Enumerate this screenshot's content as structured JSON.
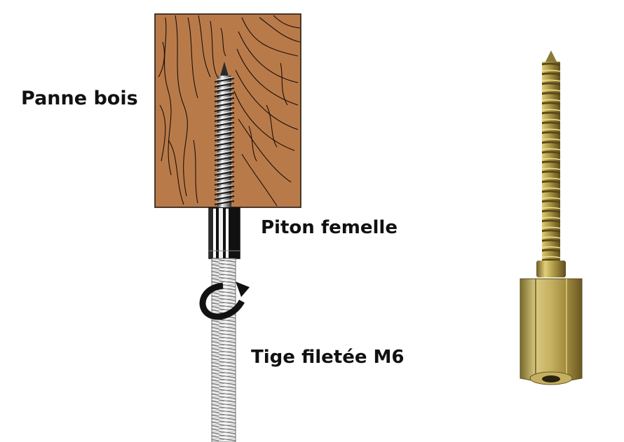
{
  "labels": {
    "wood_purlin": "Panne bois",
    "female_eye_bolt": "Piton femelle",
    "threaded_rod": "Tige filetée M6"
  },
  "colors": {
    "wood": "#b97a4a",
    "wood_grain": "#1a1008",
    "metal_light": "#e4e4e4",
    "metal_dark": "#4a4a4a",
    "brass": "#b5a04a",
    "brass_dark": "#6e5a22"
  }
}
